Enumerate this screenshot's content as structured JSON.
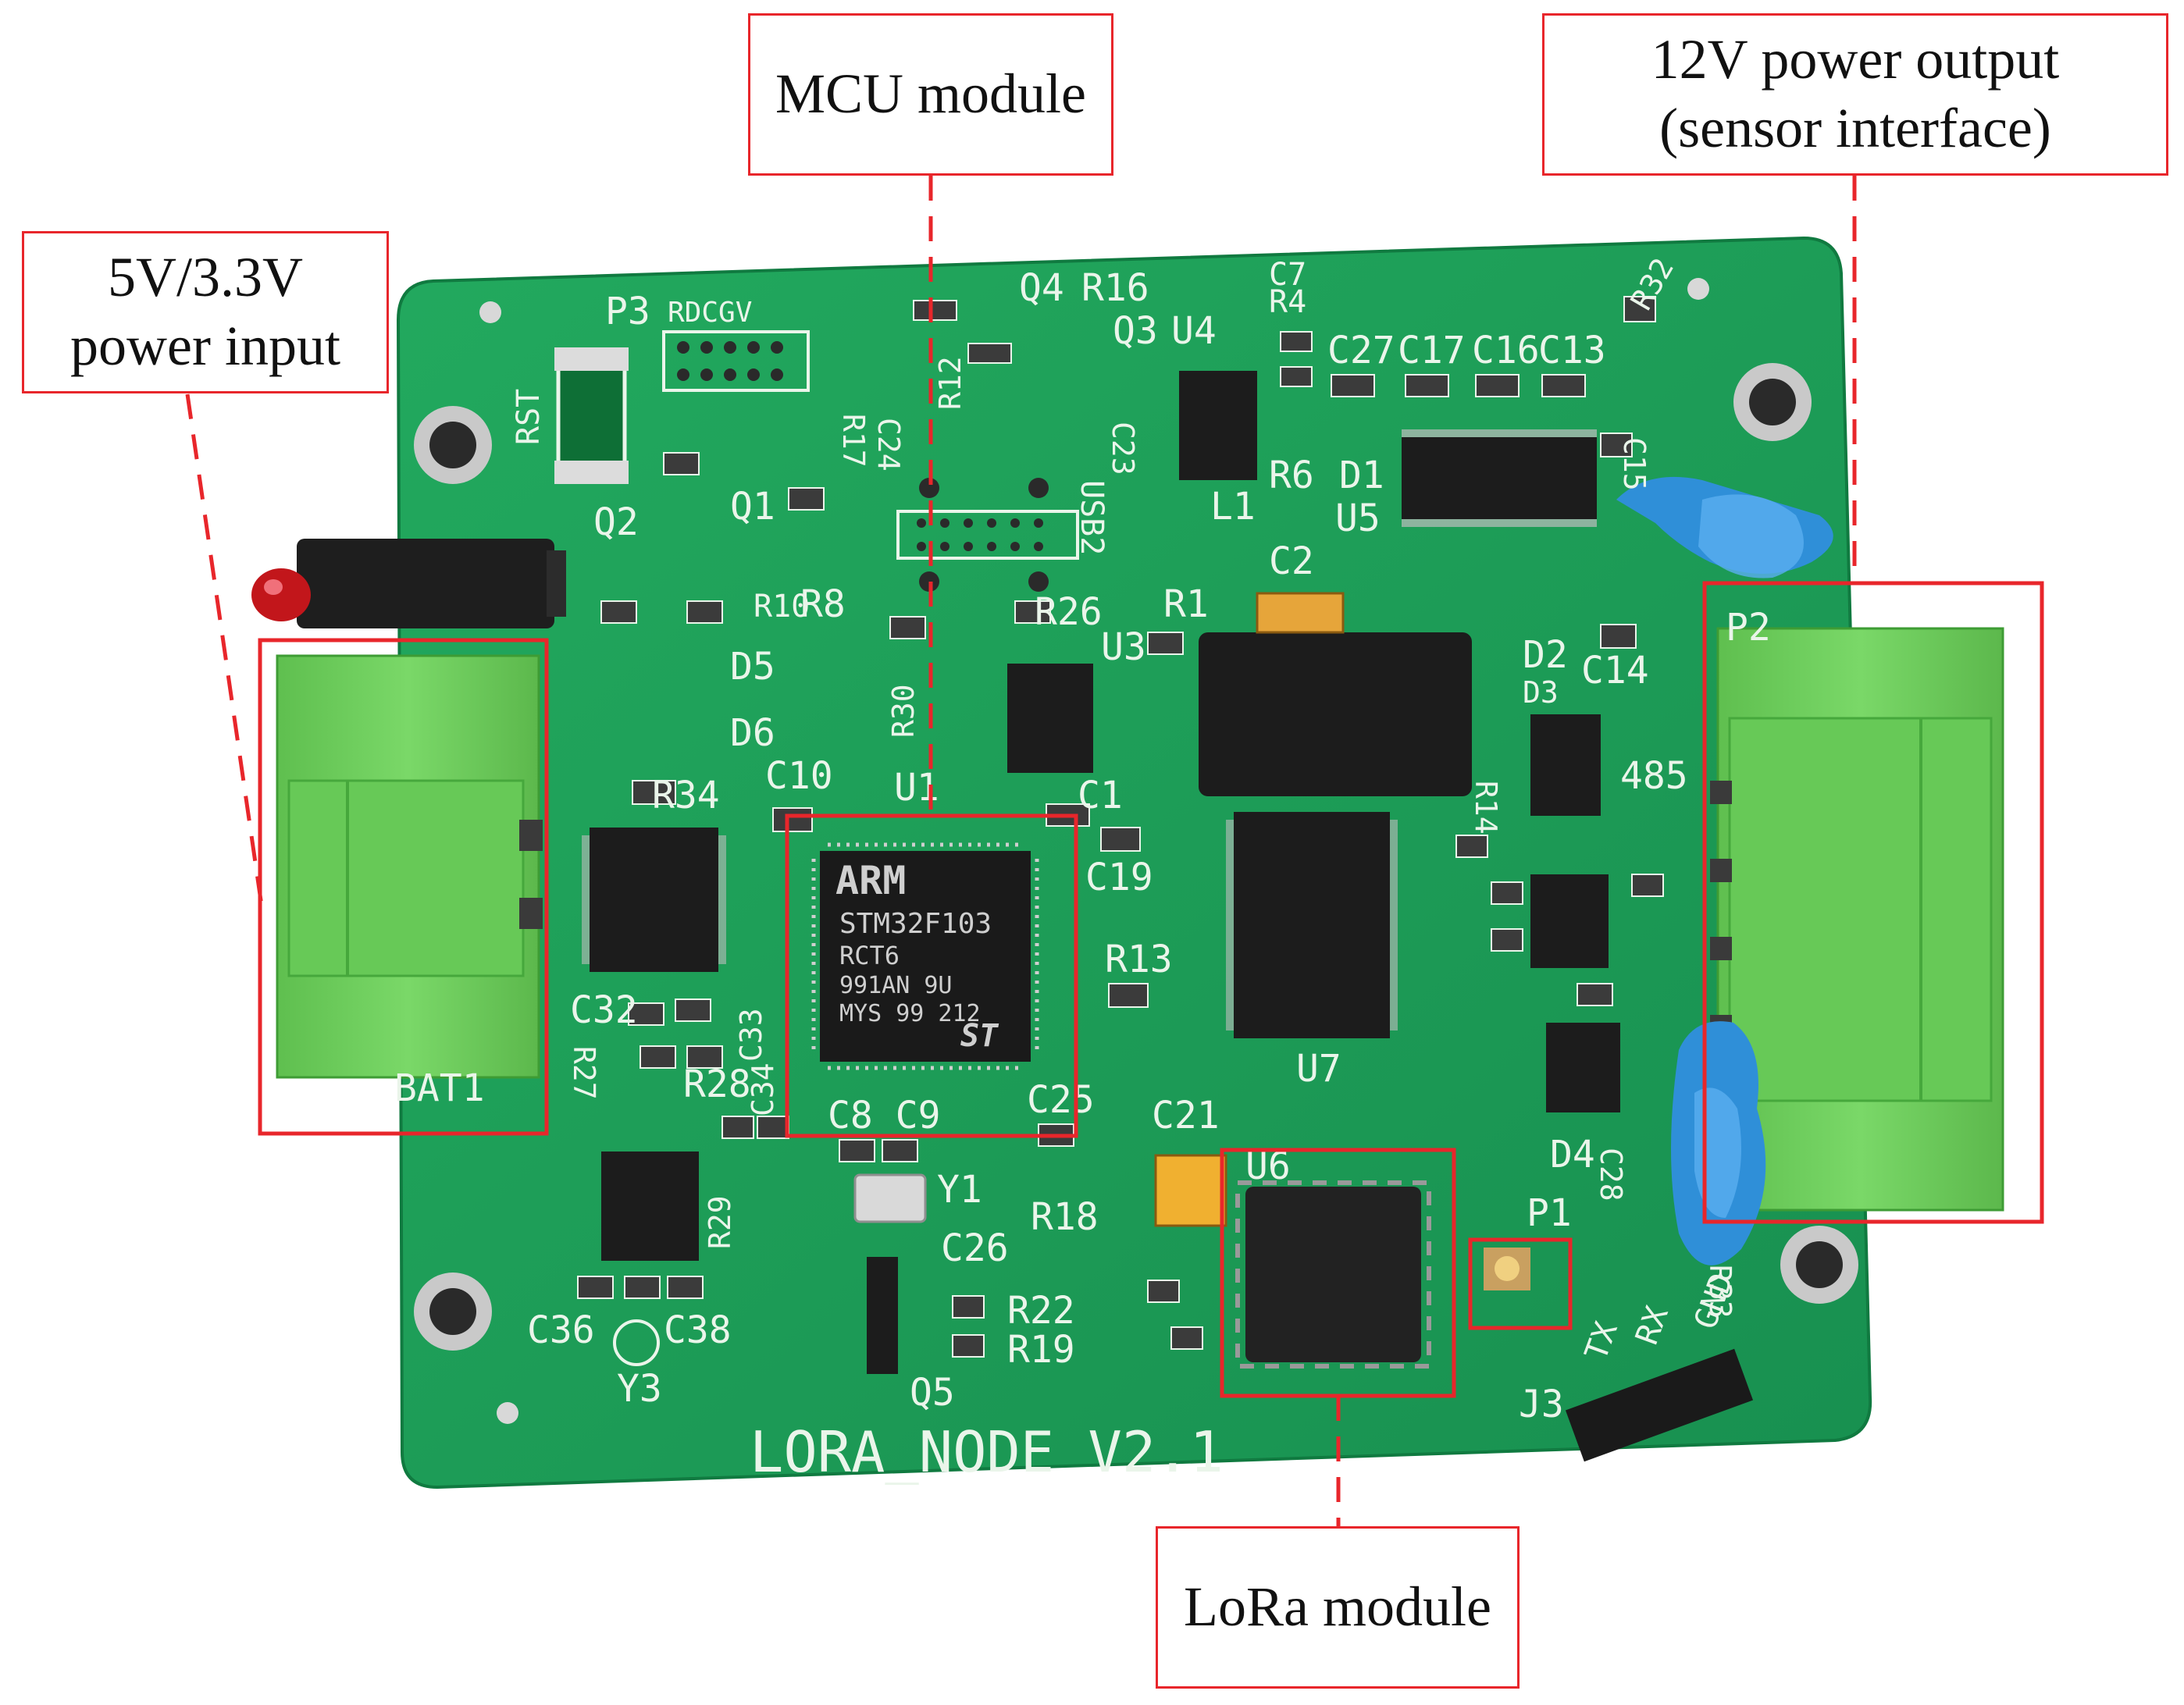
{
  "callouts": {
    "mcu": "MCU module",
    "power_output_line1": "12V power output",
    "power_output_line2": "(sensor interface)",
    "power_input_line1": "5V/3.3V",
    "power_input_line2": "power input",
    "lora": "LoRa module"
  },
  "silkscreen": {
    "board_name": "LORA_NODE V2.1",
    "rst": "RST",
    "p3": "P3",
    "rdcgv": "RDCGV",
    "usb2": "USB2",
    "q1": "Q1",
    "q2": "Q2",
    "q3": "Q3",
    "q4": "Q4",
    "q5": "Q5",
    "u1": "U1",
    "u3": "U3",
    "u4": "U4",
    "u5": "U5",
    "u6": "U6",
    "u7": "U7",
    "d1": "D1",
    "d2": "D2",
    "d3": "D3",
    "d4": "D4",
    "d5": "D5",
    "d6": "D6",
    "c1": "C1",
    "c2": "C2",
    "c7": "C7",
    "c8c9": "C8 C9",
    "c10": "C10",
    "c13": "C13",
    "c14": "C14",
    "c15": "C15",
    "c16": "C16",
    "c17": "C17",
    "c19": "C19",
    "c21": "C21",
    "c23": "C23",
    "c24": "C24",
    "c25": "C25",
    "c26": "C26",
    "c27": "C27",
    "c28": "C28",
    "c32": "C32",
    "c33": "C33",
    "c34": "C34",
    "c36": "C36",
    "c38": "C38",
    "r1": "R1",
    "r4": "R4",
    "r6": "R6",
    "r8": "R8",
    "r10": "R10",
    "r12": "R12",
    "r13": "R13",
    "r14": "R14",
    "r16": "R16",
    "r17": "R17",
    "r18": "R18",
    "r19": "R19",
    "r22": "R22",
    "r26": "R26",
    "r27": "R27",
    "r28": "R28",
    "r29": "R29",
    "r30": "R30",
    "r32": "R32",
    "r33": "R33",
    "r34": "R34",
    "l1": "L1",
    "p1": "P1",
    "p2": "P2",
    "j3": "J3",
    "y1": "Y1",
    "y3": "Y3",
    "bat1": "BAT1",
    "s485": "485",
    "tx": "TX",
    "rx": "RX",
    "gnd": "GND"
  },
  "chip_markings": {
    "arm_logo": "ARM",
    "mcu_part": "STM32F103",
    "mcu_variant": "RCT6",
    "mcu_lot": "991AN 9U",
    "mcu_date": "MYS 99 212",
    "st_logo": "ST"
  },
  "colors": {
    "background": "#ffffff",
    "board": "#1fa35a",
    "board_dark": "#168a48",
    "silkscreen": "#eaf5ea",
    "callout_border": "#e8262b",
    "terminal_green": "#6fcf5c",
    "chip_black": "#1a1a1a",
    "blue_cap": "#2f8fd8"
  }
}
